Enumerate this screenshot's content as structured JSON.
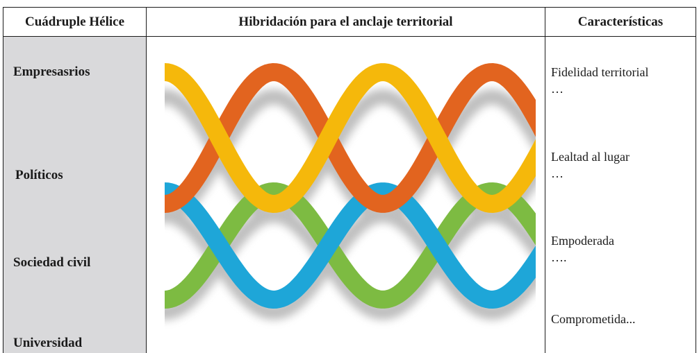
{
  "table": {
    "headers": {
      "col1": "Cuádruple Hélice",
      "col2": "Hibridación para el anclaje territorial",
      "col3": "Características"
    },
    "roles": [
      "Empresasrios",
      "Políticos",
      "Sociedad civil",
      "Universidad"
    ],
    "characteristics": [
      {
        "title": "Fidelidad territorial",
        "ellipsis": "…"
      },
      {
        "title": "Lealtad al lugar",
        "ellipsis": "…"
      },
      {
        "title": "Empoderada",
        "ellipsis": "…."
      },
      {
        "title": "Comprometida...",
        "ellipsis": ""
      }
    ]
  },
  "helix_colors": {
    "yellow": "#f5b80b",
    "orange": "#e2641f",
    "blue": "#1ea6d8",
    "green": "#7dbb42",
    "header_bg": "#ffffff",
    "left_col_bg": "#d9d9db"
  }
}
